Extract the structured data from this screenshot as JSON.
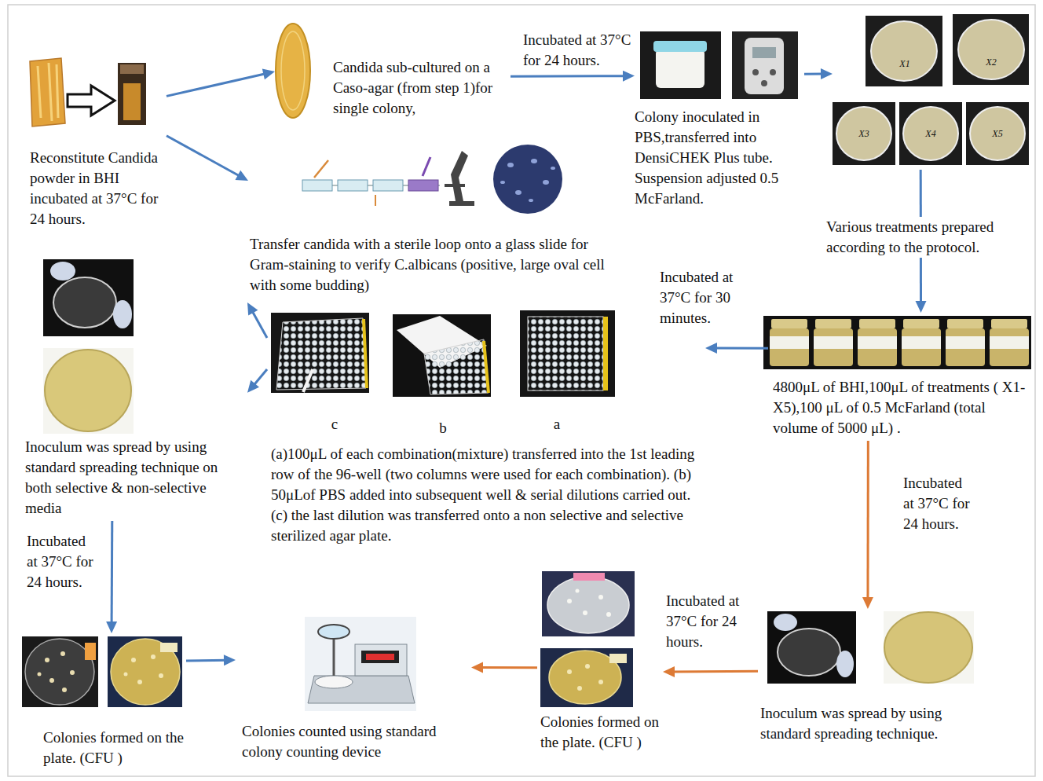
{
  "diagram": {
    "nodes": [
      {
        "text": [
          "Reconstitute Candida powder in BHI incubated at 37°C for 24 hours."
        ]
      },
      {
        "text": [
          "Candida sub-cultured on a Caso-agar (from step 1)for single colony,"
        ]
      },
      {
        "text": [
          "Colony inoculated in PBS,transferred into DensiCHEK Plus tube. Suspension adjusted 0.5 McFarland."
        ]
      },
      {
        "text": [
          "X1",
          "X2",
          "X3",
          "X4",
          "X5"
        ]
      },
      {
        "text": [
          "Transfer candida with a sterile loop onto a glass slide for Gram-staining to verify C.albicans (positive, large oval cell with some budding)"
        ]
      },
      {
        "text": [
          "4800μL of BHI,100μL of treatments ( X1-X5),100 μL of 0.5 McFarland (total volume of 5000 μL) ."
        ]
      },
      {
        "text": [
          "c",
          "b",
          "a",
          "(a)100μL of each combination(mixture) transferred into the 1st leading row of the 96-well (two columns were used for each combination). (b) 50μLof PBS added into subsequent well & serial dilutions carried out.(c) the last dilution was transferred onto a non selective and selective sterilized agar plate."
        ]
      },
      {
        "text": [
          "Inoculum was spread by using standard spreading technique on both selective & non-selective media"
        ]
      },
      {
        "text": [
          "Colonies formed on the plate. (CFU )"
        ]
      },
      {
        "text": [
          "Colonies counted using standard colony counting device"
        ]
      },
      {
        "text": [
          "Colonies formed on the plate. (CFU )"
        ]
      },
      {
        "text": [
          "Inoculum was spread by using standard spreading technique."
        ]
      }
    ],
    "edges": [
      {
        "from": 0,
        "to": 1,
        "arrow": "to"
      },
      {
        "from": 0,
        "to": 4,
        "arrow": "to"
      },
      {
        "from": 1,
        "to": 2,
        "label": "Incubated at 37°C for 24 hours.",
        "arrow": "to"
      },
      {
        "from": 2,
        "to": 3,
        "arrow": "to"
      },
      {
        "from": 3,
        "to": 5,
        "label": "Various treatments prepared according to the protocol.",
        "arrow": "to"
      },
      {
        "from": 5,
        "to": 6,
        "label": "Incubated at 37°C for 30 minutes.",
        "arrow": "to"
      },
      {
        "from": 6,
        "to": 7,
        "arrow": "to"
      },
      {
        "from": 6,
        "to": 7,
        "arrow": "to"
      },
      {
        "from": 7,
        "to": 8,
        "label": "Incubated at 37°C for 24 hours.",
        "arrow": "to"
      },
      {
        "from": 8,
        "to": 9,
        "arrow": "to"
      },
      {
        "from": 5,
        "to": 11,
        "label": "Incubated at 37°C for 24 hours.",
        "arrow": "to"
      },
      {
        "from": 11,
        "to": 10,
        "label": "Incubated at 37°C for 24 hours.",
        "arrow": "to"
      },
      {
        "from": 10,
        "to": 9,
        "arrow": "to"
      }
    ]
  }
}
